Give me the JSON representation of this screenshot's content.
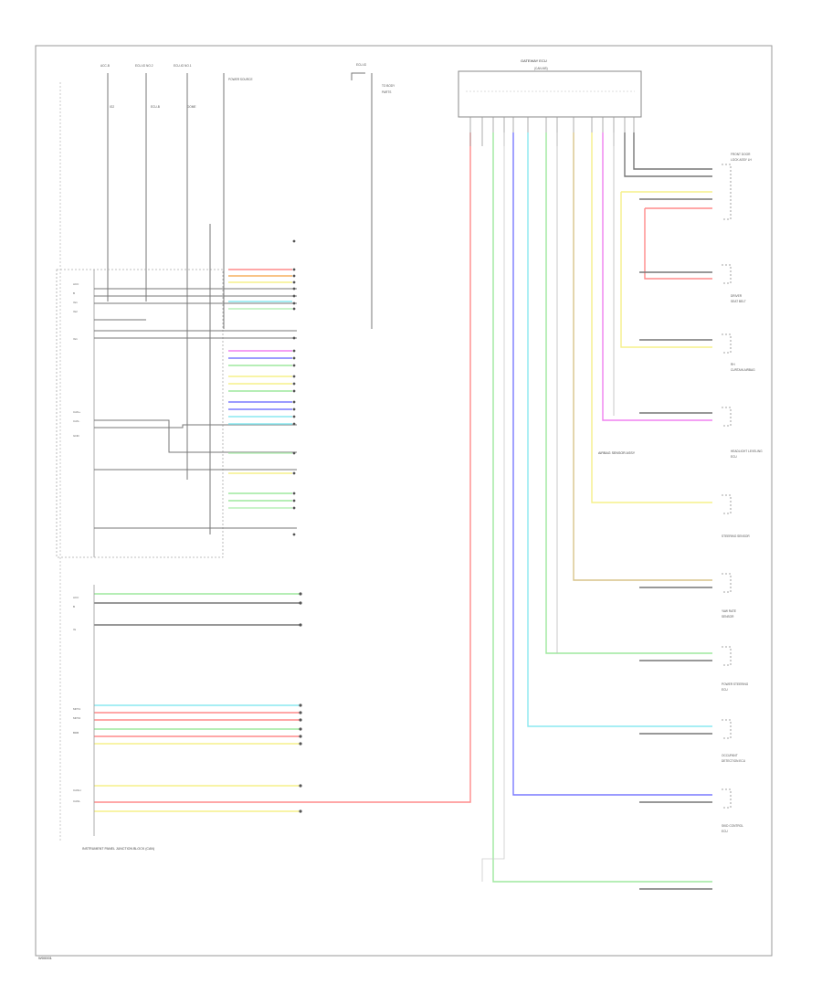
{
  "diagram": {
    "code_label": "W00001",
    "ecu": {
      "name": "INSTRUMENT PANEL JUNCTION BLOCK (CAN)"
    },
    "gateway": {
      "title": "GATEWAY ECU",
      "subtitle": "(CAN-MS)"
    },
    "fuse_header_labels": [
      "ACC-B",
      "ECU-IG NO.2",
      "ECU-IG NO.1",
      "POWER SOURCE"
    ],
    "fuse_labels": [
      "IG2",
      "ECU-B",
      "DOME"
    ],
    "top_right_labels": [
      "ECU-IG",
      "TO BODY",
      "PARTS"
    ],
    "center_label": "AIRBAG SENSOR ASSY",
    "right_components": [
      {
        "id": "rc1",
        "label": "FRONT DOOR",
        "label2": "LOCK ASSY LH"
      },
      {
        "id": "rc2",
        "label": "DRIVER",
        "label2": "SEAT BELT"
      },
      {
        "id": "rc3",
        "label": "RH",
        "label2": "CURTAIN AIRBAG"
      },
      {
        "id": "rc4",
        "label": "HEADLIGHT LEVELING",
        "label2": "ECU"
      },
      {
        "id": "rc5",
        "label": "STEERING SENSOR",
        "label2": ""
      },
      {
        "id": "rc6",
        "label": "YAW RATE",
        "label2": "SENSOR"
      },
      {
        "id": "rc7",
        "label": "POWER STEERING",
        "label2": "ECU"
      },
      {
        "id": "rc8",
        "label": "OCCUPANT",
        "label2": "DETECTION ECU"
      },
      {
        "id": "rc9",
        "label": "SKID CONTROL",
        "label2": "ECU"
      }
    ],
    "left_bus_labels": [
      "ACC",
      "B",
      "IG1",
      "IG2",
      "IG1",
      "CAN+",
      "CAN-",
      "GND",
      "ACC",
      "B",
      "IG",
      "MPX1",
      "MPX2",
      "BDB",
      "CANH",
      "CANL"
    ],
    "wire_colors": {
      "red": "#ff8a8a",
      "green": "#9ee89e",
      "blue": "#7a7aff",
      "cyan": "#8ae8f0",
      "yellow": "#f5f08a",
      "magenta": "#f080f0",
      "black": "#777777",
      "tan": "#d8c48a",
      "lightgreen": "#b8f0b8"
    }
  }
}
